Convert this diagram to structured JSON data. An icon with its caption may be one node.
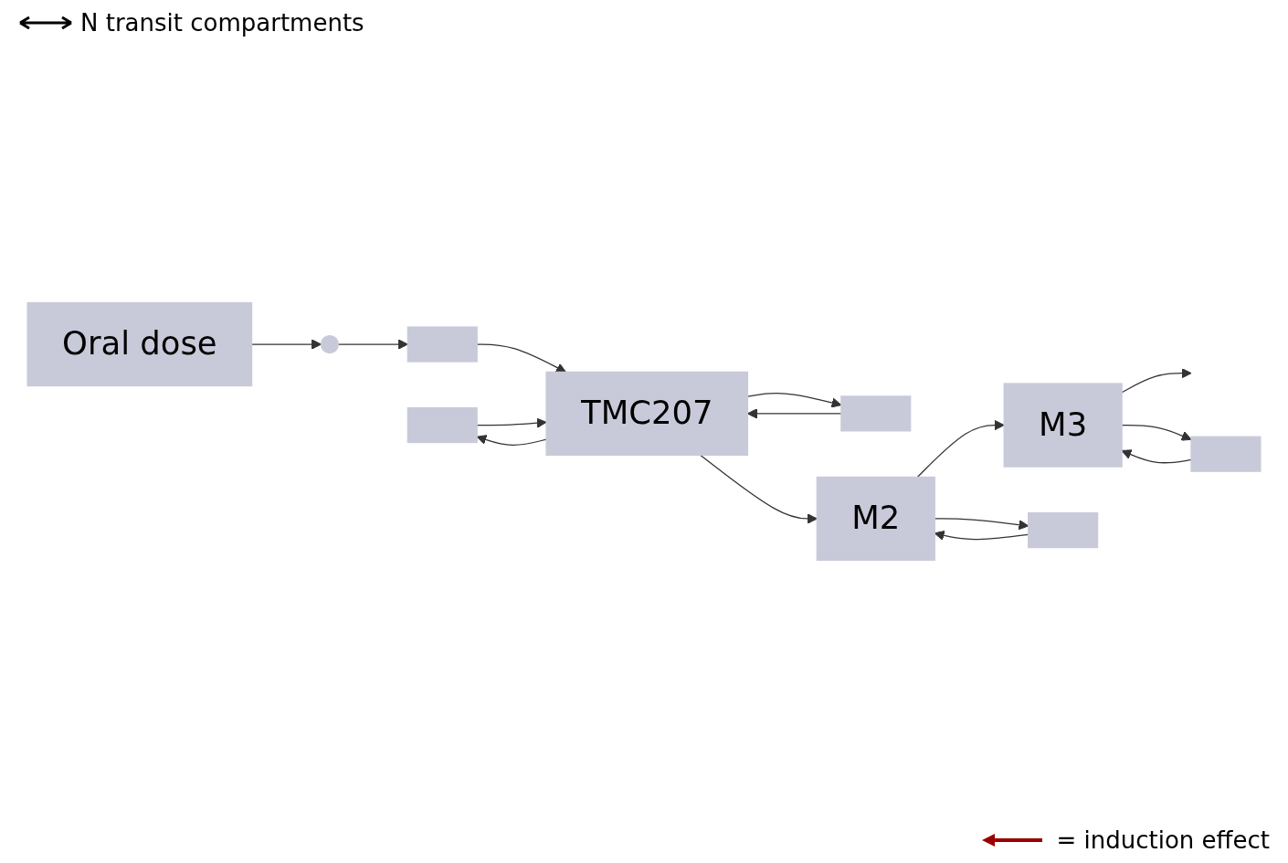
{
  "diagram": {
    "nodes": [
      {
        "text": [],
        "shape": "box"
      },
      {
        "text": [
          "Oral dose"
        ]
      },
      {
        "text": [],
        "shape": "circle"
      },
      {
        "text": [],
        "shape": "box"
      },
      {
        "text": [
          "TMC207"
        ]
      },
      {
        "text": [],
        "shape": "box"
      },
      {
        "text": [],
        "shape": "box"
      },
      {
        "text": [
          "M3"
        ]
      },
      {
        "text": [
          "M2"
        ]
      },
      {
        "text": [],
        "shape": "box"
      }
    ],
    "edges": [
      {
        "from": 1,
        "to": 2,
        "arrow": "to"
      },
      {
        "from": 2,
        "to": 3,
        "arrow": "to"
      },
      {
        "from": 3,
        "to": 4,
        "arrow": "to"
      },
      {
        "from": 4,
        "to": 0,
        "arrow": "to"
      },
      {
        "from": 0,
        "to": 4,
        "arrow": "to"
      },
      {
        "from": 4,
        "to": 5,
        "arrow": "to"
      },
      {
        "from": 5,
        "to": 4,
        "arrow": "to"
      },
      {
        "from": 4,
        "to": 8,
        "arrow": "to"
      },
      {
        "from": 8,
        "to": 7,
        "arrow": "to"
      },
      {
        "from": 7,
        "to": null,
        "arrow": "to"
      },
      {
        "from": 7,
        "to": 6,
        "arrow": "to"
      },
      {
        "from": 6,
        "to": 7,
        "arrow": "to"
      },
      {
        "from": 8,
        "to": 9,
        "arrow": "to"
      },
      {
        "from": 9,
        "to": 8,
        "arrow": "to"
      }
    ],
    "labels": [
      "N transit compartments"
    ],
    "legend": [
      {
        "text": "= induction effect"
      }
    ]
  }
}
